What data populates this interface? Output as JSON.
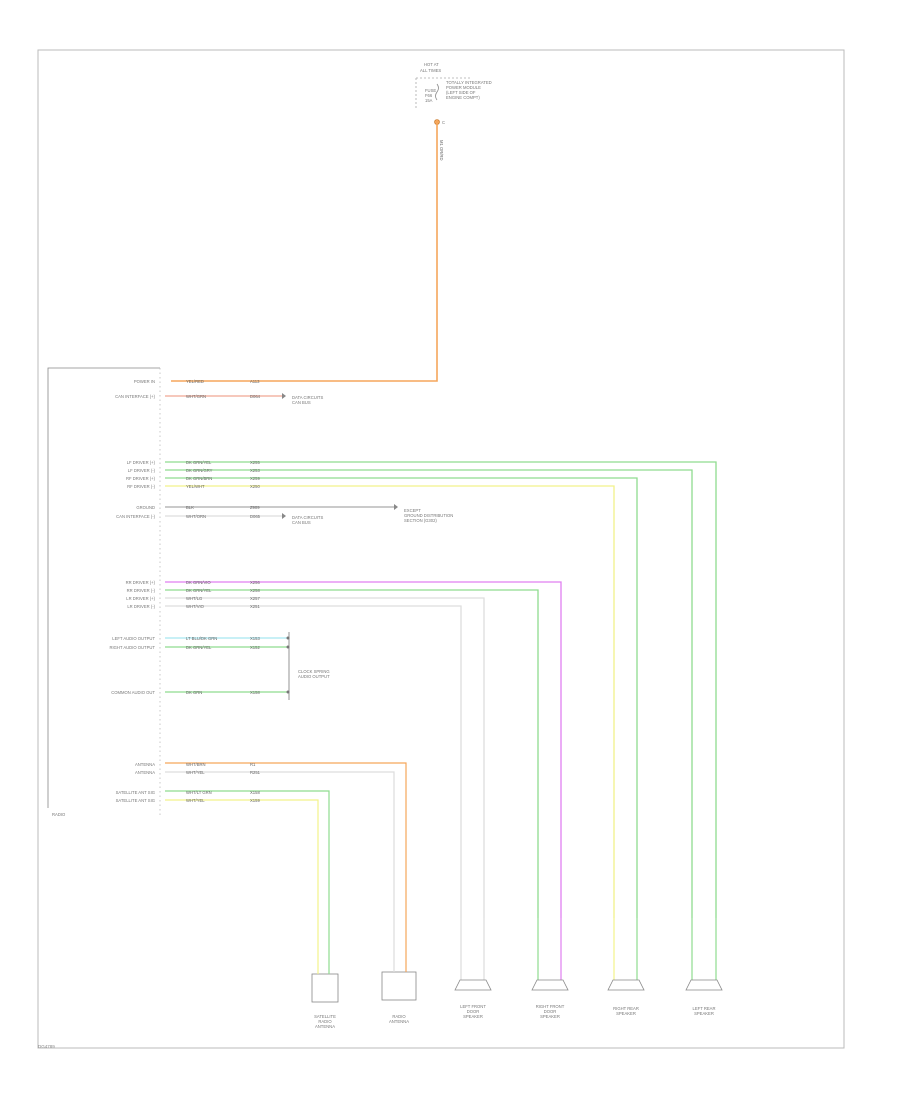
{
  "diagram": {
    "reference": "DG4789",
    "fuse": {
      "header": [
        "HOT AT",
        "ALL TIMES"
      ],
      "fuse_label": [
        "FUSE",
        "F66",
        "15A"
      ],
      "box_label": [
        "TOTALLY INTEGRATED",
        "POWER MODULE",
        "(LEFT SIDE OF",
        "ENGINE COMPT)"
      ],
      "terminal": "C",
      "wire_code": "M1 OR/RD"
    },
    "module": {
      "name": "RADIO",
      "labels": {
        "power_in": "POWER IN",
        "can_bus_plus": "CAN INTERFACE (+)",
        "lf_plus": "LF DRIVER (+)",
        "lf_minus": "LF DRIVER (-)",
        "rf_plus": "RF DRIVER (+)",
        "rf_minus": "RF DRIVER (-)",
        "ground": "GROUND",
        "can_bus_minus": "CAN INTERFACE (-)",
        "rr_plus": "RR DRIVER (+)",
        "rr_minus": "RR DRIVER (-)",
        "lr_plus": "LR DRIVER (+)",
        "lr_minus": "LR DRIVER (-)",
        "left_audio": "LEFT AUDIO OUTPUT",
        "right_audio": "RIGHT AUDIO OUTPUT",
        "common_audio": "COMMON AUDIO OUT",
        "antenna": "ANTENNA",
        "antenna_2": "ANTENNA",
        "sat_ant": "SATELLITE ANT SIG",
        "sat_ant_2": "SATELLITE ANT SIG"
      }
    },
    "wires": {
      "w01": "YEL/RED",
      "w01c": "A113",
      "w02": "WHT/GRN",
      "w02c": "D064",
      "w03": "DK GRN/YEL",
      "w03c": "X255",
      "w04": "DK GRN/GRY",
      "w04c": "X253",
      "w05": "DK GRN/BRN",
      "w05c": "X259",
      "w06": "YEL/WHT",
      "w06c": "X250",
      "w07": "BLK",
      "w07c": "Z909",
      "w08": "WHT/ORN",
      "w08c": "D065",
      "w09": "DK GRN/VIO",
      "w09c": "X256",
      "w10": "DK GRN/YEL",
      "w10c": "X258",
      "w11": "WHT/LG",
      "w11c": "X257",
      "w12": "WHT/VIO",
      "w12c": "X251",
      "w13": "LT BLU/DK GRN",
      "w13c": "X153",
      "w14": "DK GRN/YEL",
      "w14c": "X152",
      "w15": "DK GRN",
      "w15c": "X158",
      "w16": "WHT/BRN",
      "w16c": "R1",
      "w17": "WHT/YEL",
      "w17c": "R251",
      "w18": "WHT/LT GRN",
      "w18c": "X158",
      "w19": "WHT/YEL",
      "w19c": "X159"
    },
    "refs": {
      "can_refs": [
        "DATA CIRCUITS",
        "CAN BUS"
      ],
      "ground_ref": [
        "EXCEPT",
        "GROUND DISTRIBUTION",
        "SECTION (G302)"
      ],
      "can_refs_2": [
        "DATA CIRCUITS",
        "CAN BUS"
      ],
      "aux_ref": [
        "CLOCK SPRING",
        "AUDIO OUTPUT"
      ]
    },
    "components": {
      "sat": [
        "SATELLITE",
        "RADIO",
        "ANTENNA"
      ],
      "antenna": [
        "RADIO",
        "ANTENNA"
      ],
      "lf": [
        "LEFT FRONT",
        "DOOR",
        "SPEAKER"
      ],
      "rf": [
        "RIGHT FRONT",
        "DOOR",
        "SPEAKER"
      ],
      "rr": [
        "RIGHT REAR",
        "SPEAKER"
      ],
      "lr": [
        "LEFT REAR",
        "SPEAKER"
      ]
    },
    "colors": {
      "orange": "#f5a65b",
      "yellow": "#f2f28a",
      "green": "#8fdc8f",
      "violet": "#e07ff0",
      "white": "#dddddd",
      "lightblue": "#a8e6f0",
      "line": "#999999"
    }
  }
}
